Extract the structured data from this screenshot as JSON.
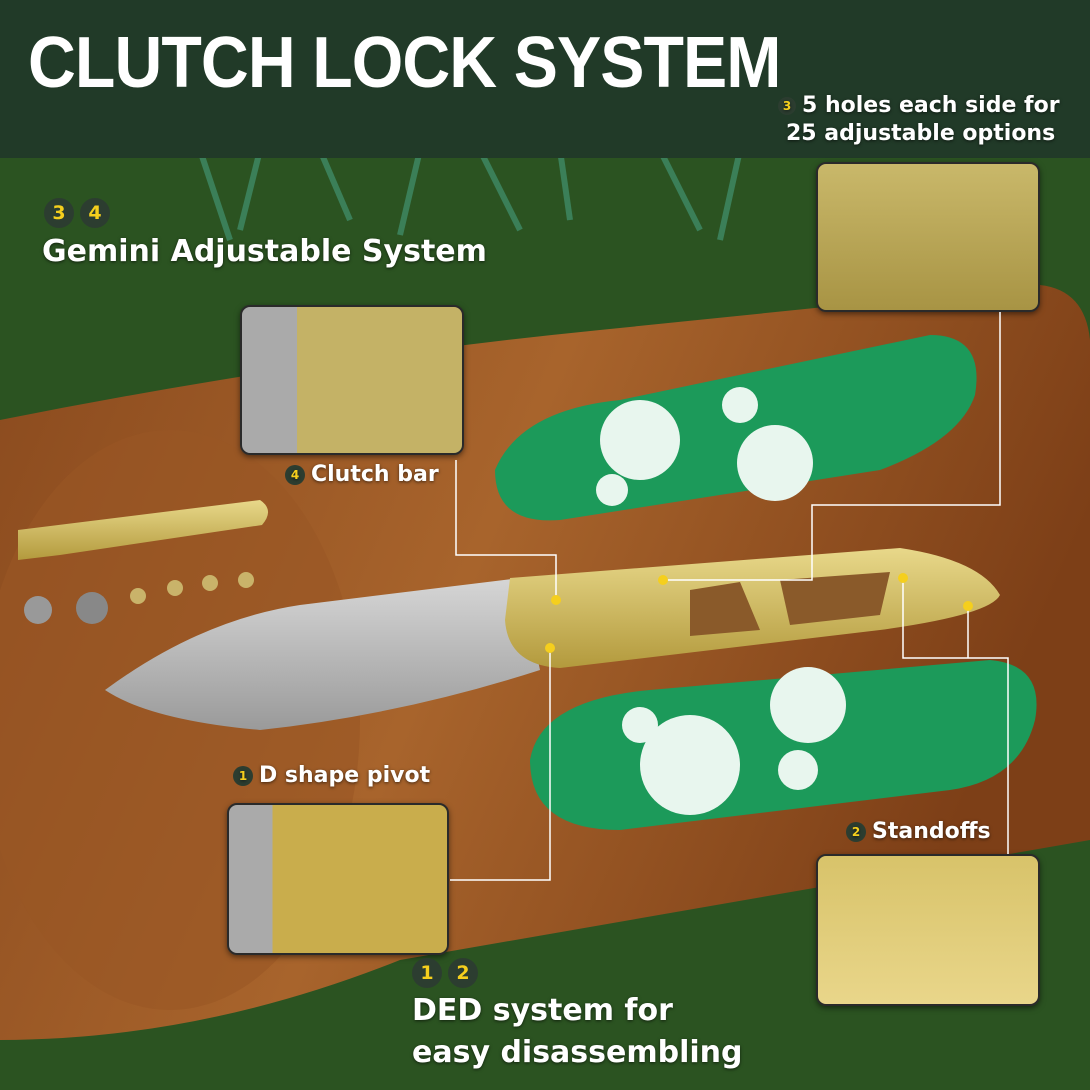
{
  "title": "CLUTCH LOCK SYSTEM",
  "callouts": {
    "holes": {
      "badge": "3",
      "line1": "5 holes each side for",
      "line2": "25 adjustable options"
    },
    "gemini": {
      "badges": [
        "3",
        "4"
      ],
      "text": "Gemini Adjustable System"
    },
    "clutch_bar": {
      "badge": "4",
      "text": "Clutch bar"
    },
    "d_pivot": {
      "badge": "1",
      "text": "D shape pivot"
    },
    "standoffs": {
      "badge": "2",
      "text": "Standoffs"
    },
    "ded": {
      "badges": [
        "1",
        "2"
      ],
      "line1": "DED system for",
      "line2": "easy disassembling"
    }
  },
  "colors": {
    "header": "#213a28",
    "badge_bg": "#2c3d30",
    "badge_num": "#f5cf1d",
    "leader": "#ffffff",
    "dot": "#f5cf1d"
  }
}
